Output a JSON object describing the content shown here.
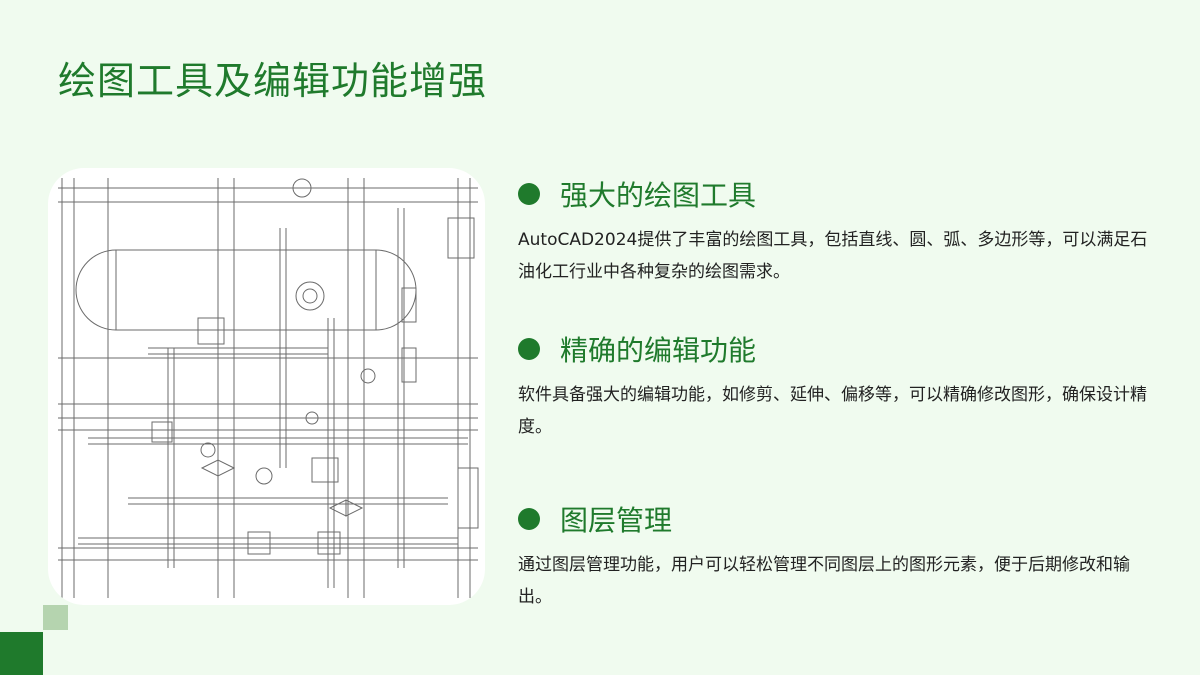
{
  "slide": {
    "title": "绘图工具及编辑功能增强"
  },
  "illustration": {
    "icon": "piping-wireframe-icon"
  },
  "features": [
    {
      "title": "强大的绘图工具",
      "description": "AutoCAD2024提供了丰富的绘图工具，包括直线、圆、弧、多边形等，可以满足石油化工行业中各种复杂的绘图需求。"
    },
    {
      "title": "精确的编辑功能",
      "description": "软件具备强大的编辑功能，如修剪、延伸、偏移等，可以精确修改图形，确保设计精度。"
    },
    {
      "title": "图层管理",
      "description": "通过图层管理功能，用户可以轻松管理不同图层上的图形元素，便于后期修改和输出。"
    }
  ],
  "colors": {
    "accent": "#1f7a2c",
    "background": "#f0fbef",
    "light_accent": "#b5d4af"
  }
}
